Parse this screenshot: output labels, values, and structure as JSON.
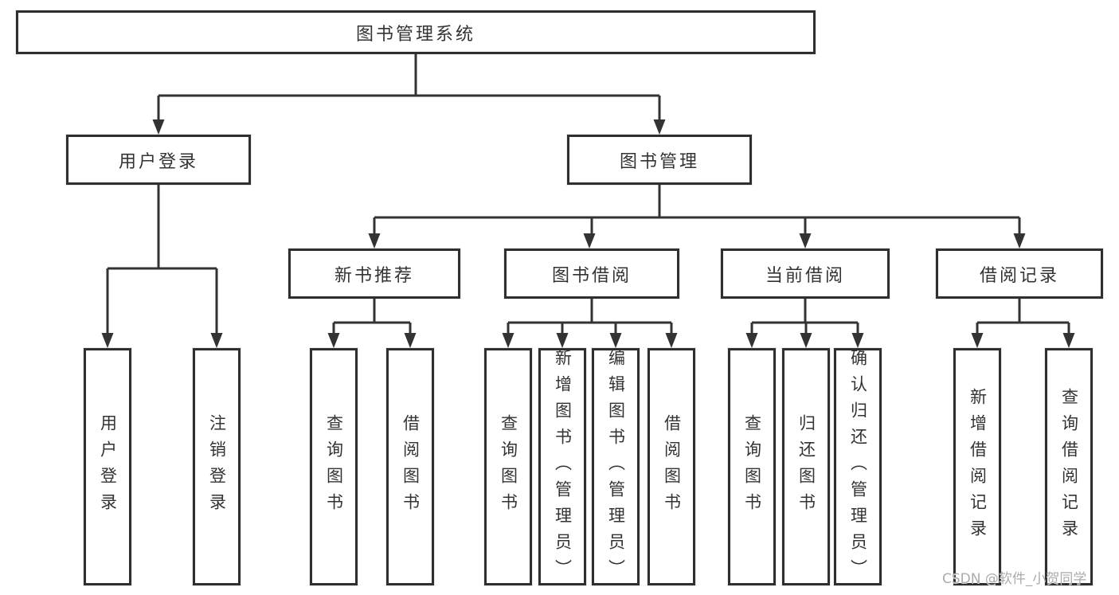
{
  "diagram_title": "图书管理系统",
  "nodes": {
    "root": "图书管理系统",
    "user_login": "用户登录",
    "book_manage": "图书管理",
    "new_book_recommend": "新书推荐",
    "book_borrow": "图书借阅",
    "current_borrow": "当前借阅",
    "borrow_record": "借阅记录",
    "leaf_user_login": "用户登录",
    "leaf_logout_login": "注销登录",
    "leaf_nbr_query_book": "查询图书",
    "leaf_nbr_borrow_book": "借阅图书",
    "leaf_bb_query_book": "查询图书",
    "leaf_bb_add_book_admin": "新增图书（管理员）",
    "leaf_bb_edit_book_admin": "编辑图书（管理员）",
    "leaf_bb_borrow_book": "借阅图书",
    "leaf_cb_query_book": "查询图书",
    "leaf_cb_return_book": "归还图书",
    "leaf_cb_confirm_return_admin": "确认归还（管理员）",
    "leaf_br_add_record": "新增借阅记录",
    "leaf_br_query_record": "查询借阅记录"
  },
  "watermark": "CSDN @软件_小贺同学",
  "colors": {
    "line": "#333333",
    "box_border": "#2f2f2f",
    "text": "#333333",
    "watermark": "#ababab",
    "background": "#ffffff"
  }
}
